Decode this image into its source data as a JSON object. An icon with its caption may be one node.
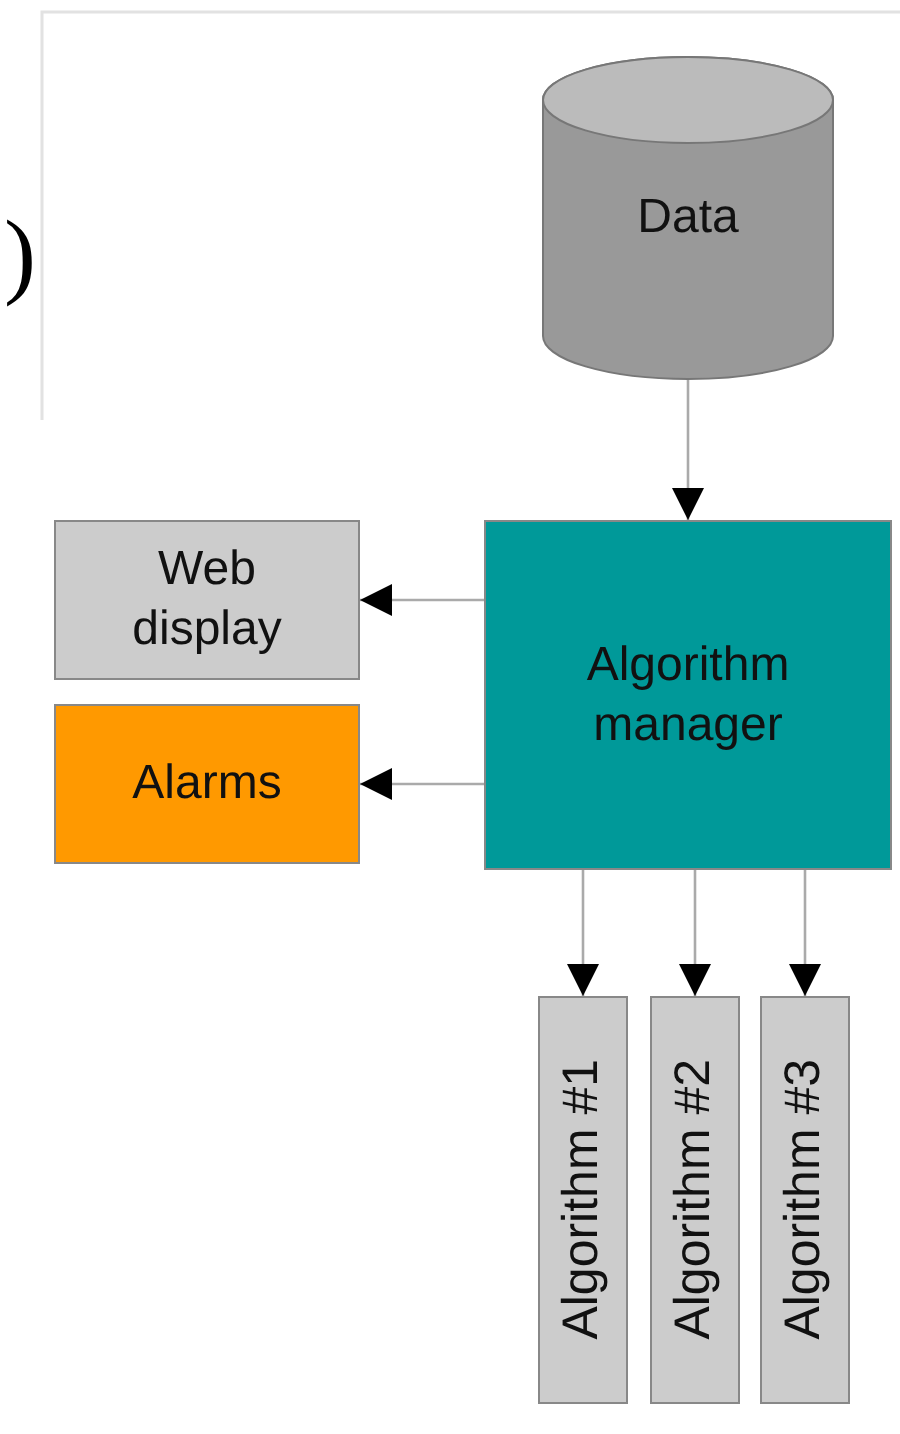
{
  "diagram": {
    "nodes": [
      {
        "text": [
          "Data"
        ]
      },
      {
        "text": [
          "Algorithm manager"
        ]
      },
      {
        "text": [
          "Web display"
        ]
      },
      {
        "text": [
          "Alarms"
        ]
      },
      {
        "text": [
          "Algorithm #1"
        ]
      },
      {
        "text": [
          "Algorithm #2"
        ]
      },
      {
        "text": [
          "Algorithm #3"
        ]
      }
    ],
    "edges": [
      {
        "from": 0,
        "to": 1,
        "arrow": "to"
      },
      {
        "from": 1,
        "to": 2,
        "arrow": "to"
      },
      {
        "from": 1,
        "to": 3,
        "arrow": "to"
      },
      {
        "from": 1,
        "to": 4,
        "arrow": "to"
      },
      {
        "from": 1,
        "to": 5,
        "arrow": "to"
      },
      {
        "from": 1,
        "to": 6,
        "arrow": "to"
      }
    ],
    "labels": [
      ")"
    ]
  }
}
